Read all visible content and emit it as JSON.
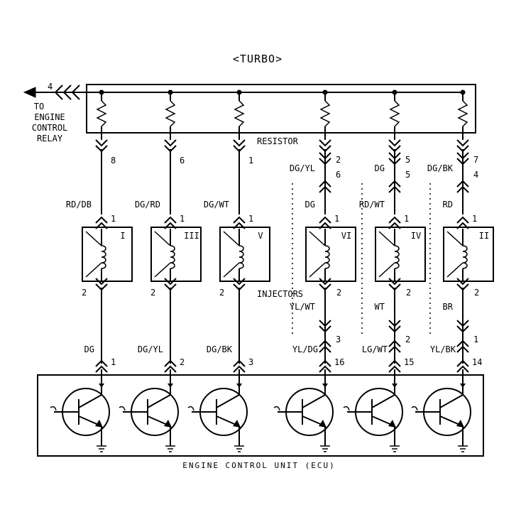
{
  "title": "<TURBO>",
  "relay": {
    "pin": "4",
    "lines": [
      "TO",
      "ENGINE",
      "CONTROL",
      "RELAY"
    ]
  },
  "resistor_label": "RESISTOR",
  "injectors_label": "INJECTORS",
  "ecu_label": "ENGINE CONTROL UNIT (ECU)",
  "channels": [
    {
      "resistor_pin": "8",
      "mid_pins": [],
      "wire_top": "RD/DB",
      "inj_pin_top": "1",
      "injector": "I",
      "inj_pin_bottom": "2",
      "wire_bottom": "DG",
      "ecu_pins": [],
      "ecu_pin": "1"
    },
    {
      "resistor_pin": "6",
      "mid_pins": [],
      "wire_top": "DG/RD",
      "inj_pin_top": "1",
      "injector": "III",
      "inj_pin_bottom": "2",
      "wire_bottom": "DG/YL",
      "ecu_pins": [],
      "ecu_pin": "2"
    },
    {
      "resistor_pin": "1",
      "mid_pins": [],
      "wire_top": "DG/WT",
      "inj_pin_top": "1",
      "injector": "V",
      "inj_pin_bottom": "2",
      "wire_bottom": "DG/BK",
      "ecu_pins": [],
      "ecu_pin": "3"
    },
    {
      "resistor_pin": "",
      "mid_pins": [
        "2",
        "6"
      ],
      "wire_mid": "DG/YL",
      "wire_top": "DG",
      "inj_pin_top": "1",
      "injector": "VI",
      "inj_pin_bottom": "2",
      "wire_bottom_top": "YL/WT",
      "ecu_pins": [
        "3"
      ],
      "wire_bottom": "YL/DG",
      "ecu_pin": "16"
    },
    {
      "resistor_pin": "",
      "mid_pins": [
        "5",
        "5"
      ],
      "wire_mid": "DG",
      "wire_top": "RD/WT",
      "inj_pin_top": "1",
      "injector": "IV",
      "inj_pin_bottom": "2",
      "wire_bottom_top": "WT",
      "ecu_pins": [
        "2"
      ],
      "wire_bottom": "LG/WT",
      "ecu_pin": "15"
    },
    {
      "resistor_pin": "",
      "mid_pins": [
        "7",
        "4"
      ],
      "wire_mid": "DG/BK",
      "wire_top": "RD",
      "inj_pin_top": "1",
      "injector": "II",
      "inj_pin_bottom": "2",
      "wire_bottom_top": "BR",
      "ecu_pins": [
        "1"
      ],
      "wire_bottom": "YL/BK",
      "ecu_pin": "14"
    }
  ]
}
